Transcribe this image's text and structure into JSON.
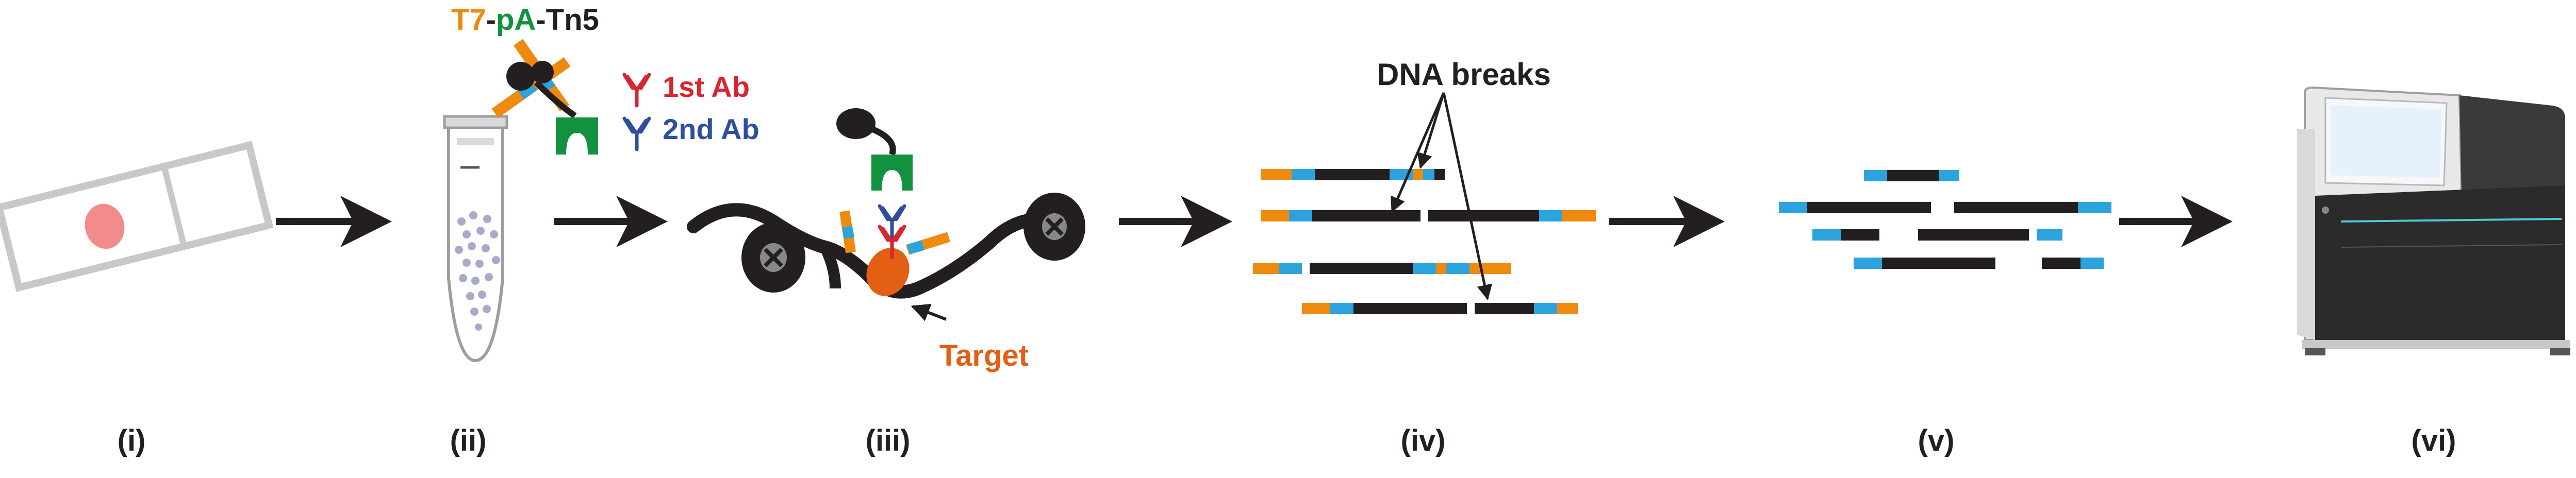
{
  "diagram": {
    "header_label": {
      "part1": "T7",
      "sep1": "-",
      "part2": "pA",
      "sep2": "-",
      "part3": "Tn5"
    },
    "antibody_labels": {
      "first": "1st Ab",
      "second": "2nd Ab"
    },
    "target_label": "Target",
    "dna_breaks_label": "DNA breaks",
    "step_labels": [
      "(i)",
      "(ii)",
      "(iii)",
      "(iv)",
      "(v)",
      "(vi)"
    ]
  },
  "colors": {
    "orange": "#EE8A0E",
    "green": "#12923F",
    "blue": "#2DA3DD",
    "dark": "#231F20",
    "red": "#D7262F",
    "navy": "#2E4E9E",
    "target": "#E35F14",
    "tissue": "#F28C8C",
    "slide_border": "#BDBDBD",
    "tube_dots": "#A7ABC9"
  },
  "icons": [
    "arrow-right-icon",
    "antibody-icon",
    "nucleosome-icon",
    "sequencer-icon"
  ]
}
